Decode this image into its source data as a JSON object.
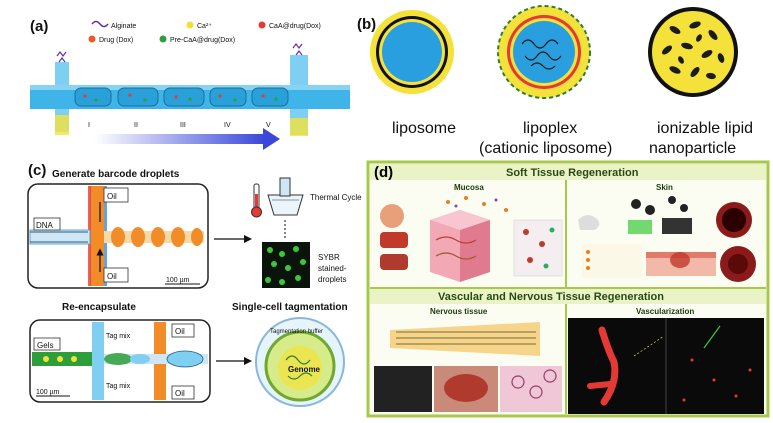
{
  "panels": {
    "a": {
      "label": "(a)",
      "legend": [
        {
          "text": "Alginate",
          "color": "#6a2aa8"
        },
        {
          "text": "Ca²⁺",
          "color": "#f2e030"
        },
        {
          "text": "CaA@drug(Dox)",
          "color": "#e53935"
        },
        {
          "text": "Drug (Dox)",
          "color": "#e85a2a"
        },
        {
          "text": "Pre-CaA@drug(Dox)",
          "color": "#2e9e3a"
        }
      ],
      "stages": [
        "I",
        "II",
        "III",
        "IV",
        "V"
      ]
    },
    "b": {
      "label": "(b)",
      "items": [
        {
          "line1": "liposome",
          "line2": ""
        },
        {
          "line1": "lipoplex",
          "line2": "(cationic liposome)"
        },
        {
          "line1": "ionizable lipid",
          "line2": "nanoparticle"
        }
      ]
    },
    "c": {
      "label": "(c)",
      "top_title": "Generate barcode droplets",
      "top_labels": {
        "dna": "DNA",
        "oil_top": "Oil",
        "oil_bottom": "Oil",
        "scale": "100 µm"
      },
      "thermal": "Thermal Cycle",
      "sybr": [
        "SYBR",
        "stained-",
        "droplets"
      ],
      "bottom_title": "Re-encapsulate",
      "bottom_labels": {
        "gels": "Gels",
        "tag_top": "Tag mix",
        "tag_bottom": "Tag mix",
        "oil_top": "Oil",
        "oil_bottom": "Oil",
        "scale": "100 µm"
      },
      "tag_title": "Single-cell tagmentation",
      "tag_buffer": "Tagmentation buffer",
      "genome": "Genome"
    },
    "d": {
      "label": "(d)",
      "soft_title": "Soft Tissue Regeneration",
      "mucosa": "Mucosa",
      "skin": "Skin",
      "vasc_title": "Vascular and Nervous Tissue Regeneration",
      "nervous": "Nervous tissue",
      "vascularization": "Vascularization"
    }
  },
  "colors": {
    "channel_blue": "#3fb4e8",
    "orange": "#f28c28",
    "yellow": "#f4e23a",
    "red": "#e53935",
    "green_frame": "#a8c84a",
    "arrow_blue": "#3a47d8"
  }
}
